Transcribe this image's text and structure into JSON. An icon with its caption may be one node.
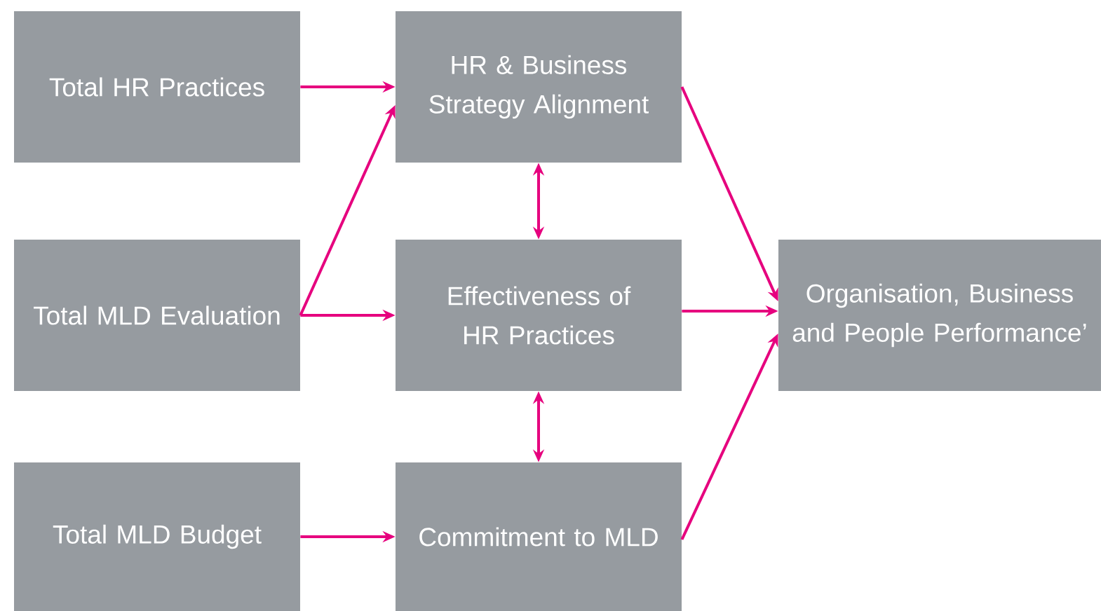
{
  "diagram": {
    "nodes": [
      {
        "text": [
          "Total HR Practices"
        ]
      },
      {
        "text": [
          "HR & Business Strategy Alignment"
        ]
      },
      {
        "text": [
          "Total MLD Evaluation"
        ]
      },
      {
        "text": [
          "Effectiveness of HR Practices"
        ]
      },
      {
        "text": [
          "Organisation, Business and People Performance’"
        ]
      },
      {
        "text": [
          "Total MLD Budget"
        ]
      },
      {
        "text": [
          "Commitment to MLD"
        ]
      }
    ],
    "edges": [
      {
        "from": 0,
        "to": 1,
        "arrow": "to"
      },
      {
        "from": 2,
        "to": 1,
        "arrow": "to"
      },
      {
        "from": 2,
        "to": 3,
        "arrow": "to"
      },
      {
        "from": 1,
        "to": 3,
        "arrow": "both"
      },
      {
        "from": 3,
        "to": 6,
        "arrow": "both"
      },
      {
        "from": 5,
        "to": 6,
        "arrow": "to"
      },
      {
        "from": 1,
        "to": 4,
        "arrow": "to"
      },
      {
        "from": 3,
        "to": 4,
        "arrow": "to"
      },
      {
        "from": 6,
        "to": 4,
        "arrow": "to"
      }
    ]
  }
}
